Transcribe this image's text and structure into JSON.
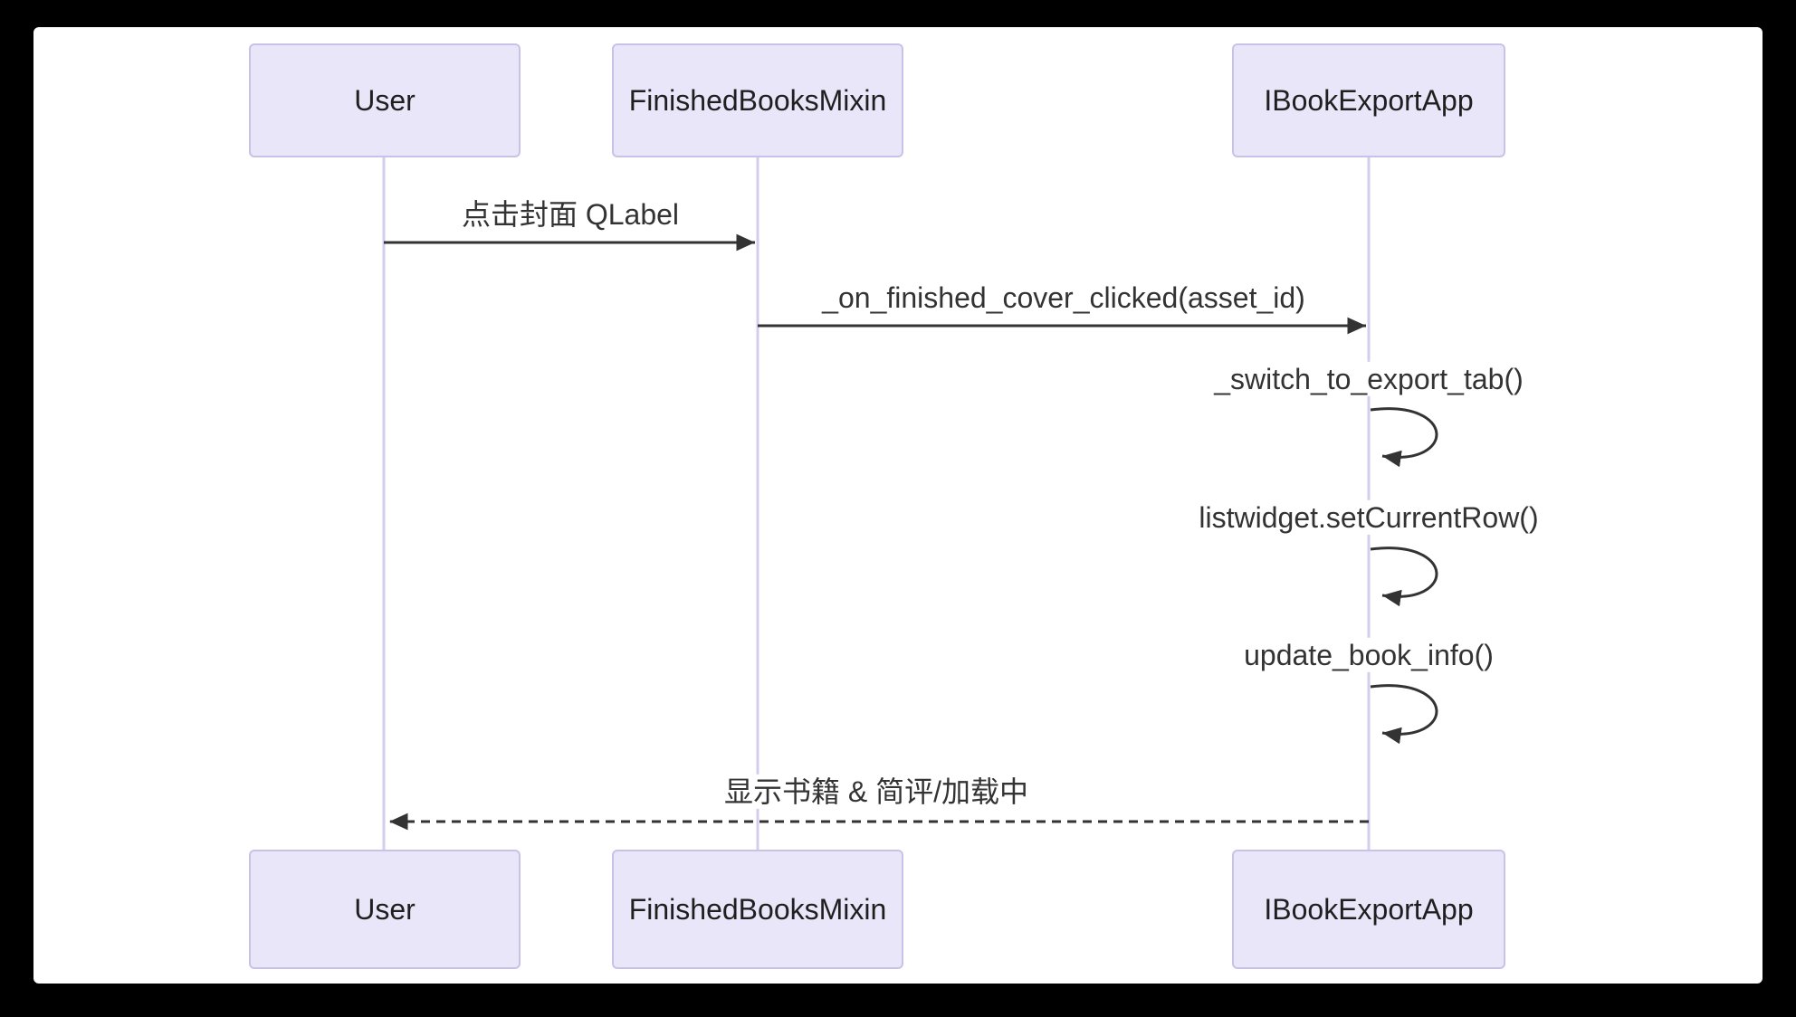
{
  "diagram": {
    "type": "sequence-diagram",
    "actors": [
      {
        "id": "user",
        "name": "User"
      },
      {
        "id": "finished_books_mixin",
        "name": "FinishedBooksMixin"
      },
      {
        "id": "ibook_export_app",
        "name": "IBookExportApp"
      }
    ],
    "messages": [
      {
        "index": 1,
        "from": "User",
        "to": "FinishedBooksMixin",
        "label": "点击封面 QLabel",
        "style": "solid-arrow"
      },
      {
        "index": 2,
        "from": "FinishedBooksMixin",
        "to": "IBookExportApp",
        "label": "_on_finished_cover_clicked(asset_id)",
        "style": "solid-arrow"
      },
      {
        "index": 3,
        "from": "IBookExportApp",
        "to": "IBookExportApp",
        "label": "_switch_to_export_tab()",
        "style": "self-loop"
      },
      {
        "index": 4,
        "from": "IBookExportApp",
        "to": "IBookExportApp",
        "label": "listwidget.setCurrentRow()",
        "style": "self-loop"
      },
      {
        "index": 5,
        "from": "IBookExportApp",
        "to": "IBookExportApp",
        "label": "update_book_info()",
        "style": "self-loop"
      },
      {
        "index": 6,
        "from": "IBookExportApp",
        "to": "User",
        "label": "显示书籍 & 简评/加载中",
        "style": "dashed-arrow"
      }
    ],
    "colors": {
      "page_background": "#000000",
      "canvas_background": "#ffffff",
      "actor_fill": "#e9e6f9",
      "actor_border": "#c9c2e8",
      "lifeline": "#d5cdec",
      "message_line": "#333333",
      "message_text": "#333333"
    }
  }
}
